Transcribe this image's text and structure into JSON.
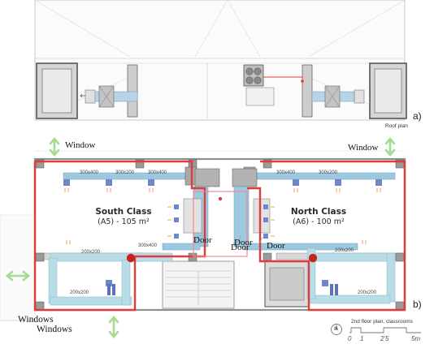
{
  "roof": {
    "caption": "Roof plan",
    "panel_label": "a)"
  },
  "floor": {
    "caption": "2nd floor plan, classrooms",
    "panel_label": "b)",
    "rooms": [
      {
        "name": "South Class",
        "code_area": "(A5) - 105 m²"
      },
      {
        "name": "North Class",
        "code_area": "(A6) - 100 m²"
      }
    ],
    "door_labels": [
      "Door",
      "Door",
      "Door",
      "Door"
    ],
    "window_labels": [
      "Window",
      "Window",
      "Windows",
      "Windows"
    ],
    "scale": {
      "north_label": "N",
      "ticks": [
        "0",
        "1",
        "2'5",
        "5m"
      ]
    },
    "duct_sizes": [
      "300x400",
      "300x200",
      "300x400",
      "200x200",
      "300x400",
      "200x200",
      "300x400",
      "300x200",
      "200x200",
      "200x200"
    ]
  },
  "colors": {
    "supply_duct": "#9cc9df",
    "return_duct": "#b9dde6",
    "red_boundary": "#e23b3b",
    "wall": "#5a5a5a",
    "arrow": "#a5dc8f",
    "diffuser": "#6f86c8"
  }
}
